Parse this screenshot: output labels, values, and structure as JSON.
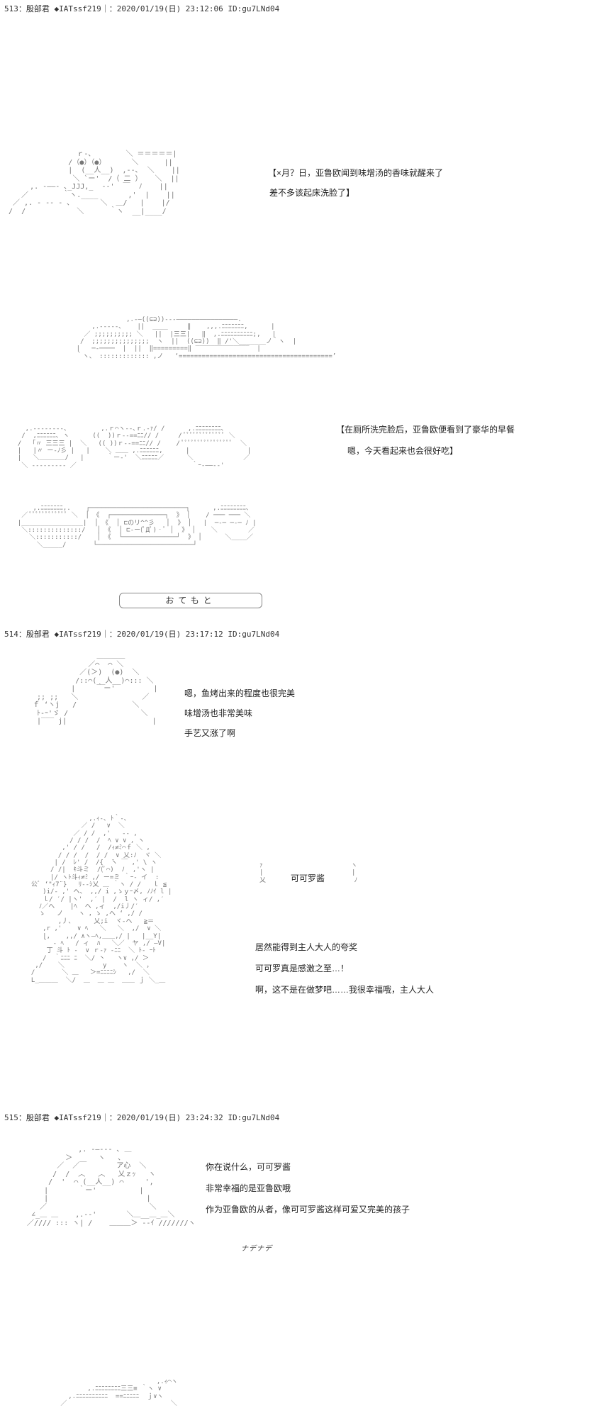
{
  "posts": [
    {
      "header": "513：殷部君 ◆IATssf219｜：2020/01/19(日) 23:12:06 ID:gu7LNd04",
      "lines": [
        "【×月？日，亚鲁欧闻到味增汤的香味就醒来了",
        "差不多该起床洗脸了】"
      ]
    },
    {
      "lines": [
        "【在厕所洗完脸后，亚鲁欧便看到了豪华的早餐",
        "嗯，今天看起来也会很好吃】"
      ],
      "label": "おてもと"
    },
    {
      "header": "514：殷部君 ◆IATssf219｜：2020/01/19(日) 23:17:12 ID:gu7LNd04",
      "lines": [
        "嗯，鱼烤出来的程度也很完美",
        "味增汤也非常美味",
        "手艺又涨了啊"
      ]
    },
    {
      "name_box": "可可罗酱",
      "lines": [
        "居然能得到主人大人的夸奖",
        "可可罗真是感激之至…！",
        "啊，这不是在做梦吧……我很幸福哦，主人大人"
      ]
    },
    {
      "header": "515：殷部君 ◆IATssf219｜：2020/01/19(日) 23:24:32 ID:gu7LNd04",
      "lines": [
        "你在说什么，可可罗酱",
        "非常幸福的是亚鲁欧哦",
        "作为亚鲁欧的从者，像可可罗酱这样可爱又完美的孩子"
      ],
      "sound": "ナデナデ"
    }
  ]
}
